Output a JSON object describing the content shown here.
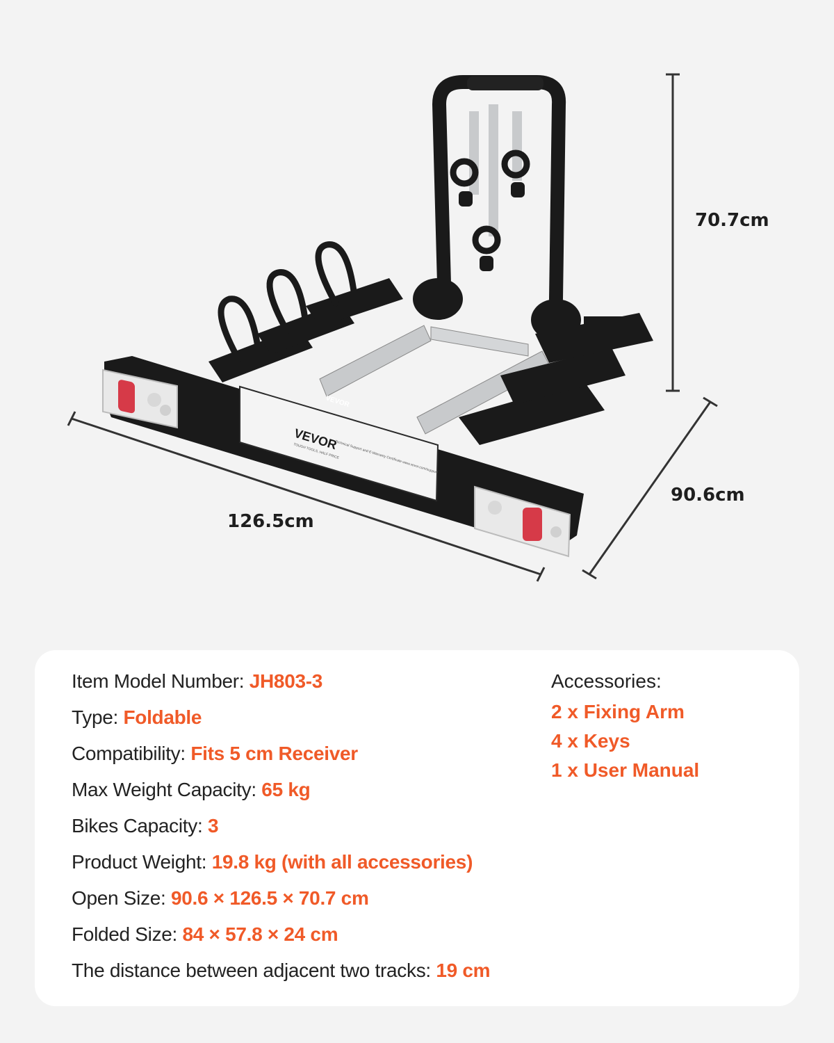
{
  "dimensions": {
    "height": "70.7cm",
    "depth": "90.6cm",
    "width": "126.5cm"
  },
  "product_marks": {
    "brand_logo": "VEVOR",
    "tagline": "TOUGH TOOLS, HALF PRICE",
    "plate_text": "Technical Support and E-Warranty Certificate www.vevor.com/support"
  },
  "specs": [
    {
      "label": "Item Model Number: ",
      "value": "JH803-3"
    },
    {
      "label": "Type: ",
      "value": "Foldable"
    },
    {
      "label": "Compatibility: ",
      "value": "Fits 5 cm Receiver"
    },
    {
      "label": "Max Weight Capacity: ",
      "value": "65 kg"
    },
    {
      "label": "Bikes Capacity: ",
      "value": "3"
    },
    {
      "label": "Product Weight: ",
      "value": "19.8 kg (with all accessories)"
    },
    {
      "label": "Open Size: ",
      "value": "90.6 × 126.5 × 70.7 cm"
    },
    {
      "label": "Folded Size: ",
      "value": "84 × 57.8 × 24 cm"
    },
    {
      "label": "The distance between adjacent two tracks: ",
      "value": "19 cm"
    }
  ],
  "accessories": {
    "heading": "Accessories:",
    "items": [
      "2 x Fixing Arm",
      "4 x Keys",
      "1 x User Manual"
    ]
  },
  "colors": {
    "accent": "#f05a28",
    "text": "#222222",
    "background": "#f3f3f3",
    "card": "#ffffff",
    "rack_black": "#1a1a1a",
    "rack_silver": "#c8cacc"
  }
}
